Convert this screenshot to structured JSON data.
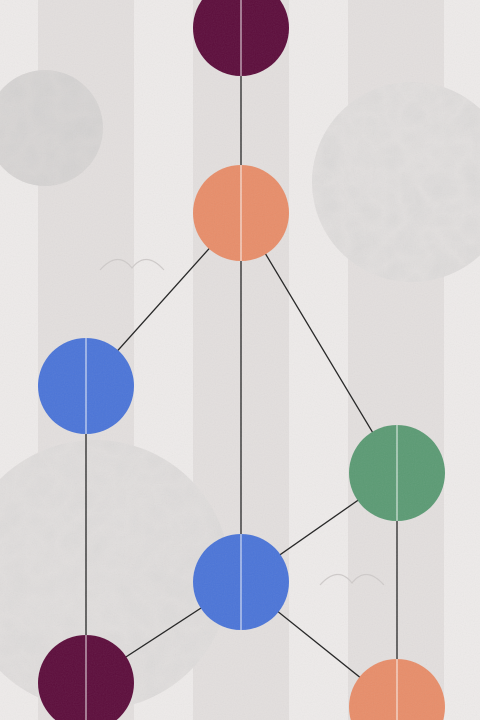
{
  "colors": {
    "background": "#eeebea",
    "stripe": "#dedad9",
    "edge": "#1f1f1f",
    "maroon": "#5b0b3a",
    "coral": "#e88d69",
    "blue": "#4a74d8",
    "green": "#5a9a73"
  },
  "nodes": [
    {
      "id": "n1",
      "color": "maroon"
    },
    {
      "id": "n2",
      "color": "coral"
    },
    {
      "id": "n3",
      "color": "blue"
    },
    {
      "id": "n4",
      "color": "green"
    },
    {
      "id": "n5",
      "color": "blue"
    },
    {
      "id": "n6",
      "color": "maroon"
    },
    {
      "id": "n7",
      "color": "coral"
    }
  ],
  "edges": [
    [
      "n1",
      "n2"
    ],
    [
      "n2",
      "n3"
    ],
    [
      "n2",
      "n4"
    ],
    [
      "n2",
      "n5"
    ],
    [
      "n3",
      "n6"
    ],
    [
      "n4",
      "n5"
    ],
    [
      "n4",
      "n7"
    ],
    [
      "n5",
      "n6"
    ],
    [
      "n5",
      "n7"
    ]
  ]
}
